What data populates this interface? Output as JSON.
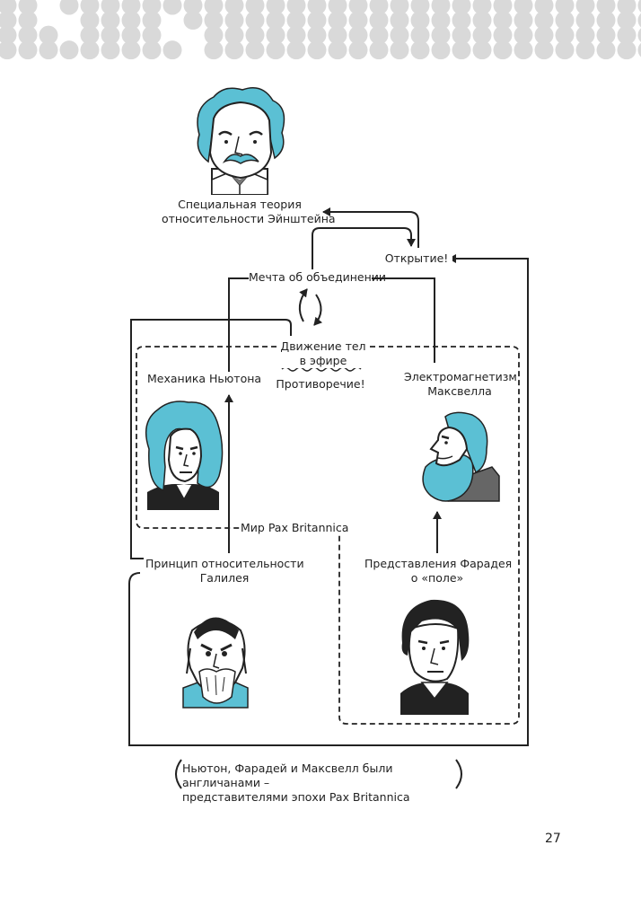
{
  "labels": {
    "einstein_line1": "Специальная теория",
    "einstein_line2": "относительности Эйнштейна",
    "discovery": "Открытие!",
    "dream": "Мечта об объединении",
    "ether_line1": "Движение тел",
    "ether_line2": "в эфире",
    "contradiction": "Противоречие!",
    "newton": "Механика Ньютона",
    "maxwell_line1": "Электромагнетизм",
    "maxwell_line2": "Максвелла",
    "pax_world": "Мир Pax Britannica",
    "galileo_line1": "Принцип относительности",
    "galileo_line2": "Галилея",
    "faraday_line1": "Представления Фарадея",
    "faraday_line2": "о «поле»"
  },
  "caption": {
    "line1": "Ньютон, Фарадей и Максвелл были англичанами –",
    "line2": "представителями эпохи Pax Britannica"
  },
  "page_number": "27",
  "colors": {
    "accent": "#5bc0d4",
    "accent_dark": "#3fa9be",
    "ink": "#222222",
    "dot_pattern": "#d9d9d9"
  },
  "portraits": [
    "einstein-portrait",
    "newton-portrait",
    "maxwell-portrait",
    "galileo-portrait",
    "faraday-portrait"
  ]
}
